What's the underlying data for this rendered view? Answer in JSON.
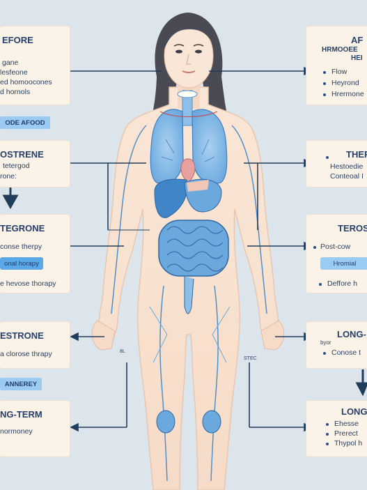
{
  "left_panels": [
    {
      "title": "EFORE",
      "lines": [
        "gane",
        "lesfeone",
        "ed homoocones",
        "d hornols"
      ]
    },
    {
      "title": "OSTRENE",
      "lines": [
        "tetergod",
        "rone:"
      ]
    },
    {
      "title": "TEGRONE",
      "lines": [
        "conse therpy"
      ],
      "pill": "onal horapy",
      "after": "e hevose thorapy"
    },
    {
      "title": "ESTRONE",
      "lines": [
        "a clorose thrapy"
      ]
    },
    {
      "title": "NG-TERM",
      "lines": [
        "normoney"
      ]
    }
  ],
  "left_buttons": [
    "ODE AFOOD",
    "ANNEREY"
  ],
  "right_panels": [
    {
      "title": "AF",
      "subtitle": "HRMOOEE",
      "subtitle2": "HEI",
      "lines": [
        "Flow",
        "Heyrond",
        "Hrermone"
      ]
    },
    {
      "title": "THER",
      "lines": [
        "Hestoedie",
        "Conteoal I"
      ]
    },
    {
      "title": "TEROS",
      "lines": [
        "Post-cow"
      ],
      "pill": "Hromial",
      "after": "Deffore h"
    },
    {
      "title": "LONG-",
      "sub": "byor",
      "lines": [
        "Conose t"
      ]
    },
    {
      "title": "LONG-",
      "lines": [
        "Ehesse",
        "Prerect",
        "Thypol h"
      ]
    }
  ],
  "small_tags": [
    "8L",
    "STEC"
  ],
  "colors": {
    "accent": "#5aa8e6",
    "arrow": "#203d5a",
    "organ": "#6aa8de",
    "skin": "#f8e3d2",
    "hair": "#4a4a55"
  }
}
